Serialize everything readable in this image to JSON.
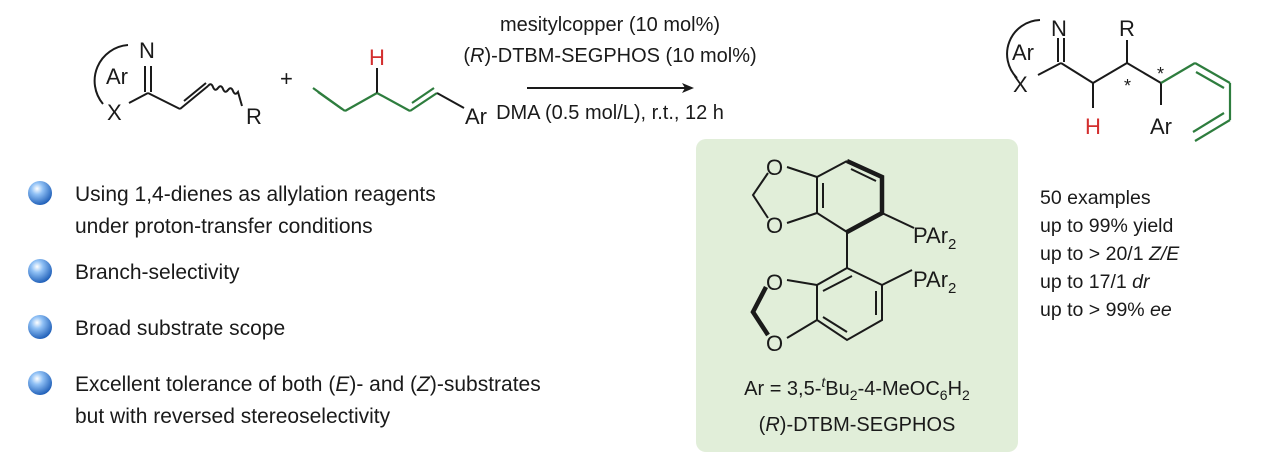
{
  "colors": {
    "green_chain": "#2e7d3e",
    "red_h": "#d32f2f",
    "ligand_box": "#e1eed9",
    "bullet": "#3b7bd4"
  },
  "reactant1": {
    "ar": "Ar",
    "n": "N",
    "x": "X",
    "r": "R"
  },
  "plus": "+",
  "reactant2": {
    "h": "H",
    "ar": "Ar"
  },
  "conditions": {
    "line1": "mesitylcopper (10 mol%)",
    "line2_open": "(",
    "line2_r": "R",
    "line2_rest": ")-DTBM-SEGPHOS (10 mol%)",
    "line3": "DMA (0.5 mol/L), r.t., 12 h"
  },
  "product": {
    "ar": "Ar",
    "n": "N",
    "x": "X",
    "r": "R",
    "h": "H",
    "ar2": "Ar",
    "star": "*"
  },
  "ligand": {
    "o": "O",
    "p_label": "PAr",
    "p_sub": "2",
    "ar_def": {
      "a": "Ar = 3,5-",
      "t": "t",
      "b": "Bu",
      "s1": "2",
      "c": "-4-MeOC",
      "s2": "6",
      "d": "H",
      "s3": "2"
    },
    "name_open": "(",
    "name_r": "R",
    "name_rest": ")-DTBM-SEGPHOS"
  },
  "features": [
    {
      "lines": [
        "Using 1,4-dienes as allylation reagents",
        "under proton-transfer conditions"
      ]
    },
    {
      "lines": [
        "Branch-selectivity"
      ]
    },
    {
      "lines": [
        "Broad substrate scope"
      ]
    },
    {
      "line1": {
        "a": "Excellent tolerance of both (",
        "e": "E",
        "b": ")- and (",
        "z": "Z",
        "c": ")-substrates"
      },
      "line2": "but with reversed stereoselectivity"
    }
  ],
  "results": {
    "examples": "50 examples",
    "yield": "up to 99% yield",
    "ze_a": "up to > 20/1 ",
    "ze_b": "Z/E",
    "dr_a": "up to 17/1 ",
    "dr_b": "dr",
    "ee_a": "up to > 99% ",
    "ee_b": "ee"
  }
}
